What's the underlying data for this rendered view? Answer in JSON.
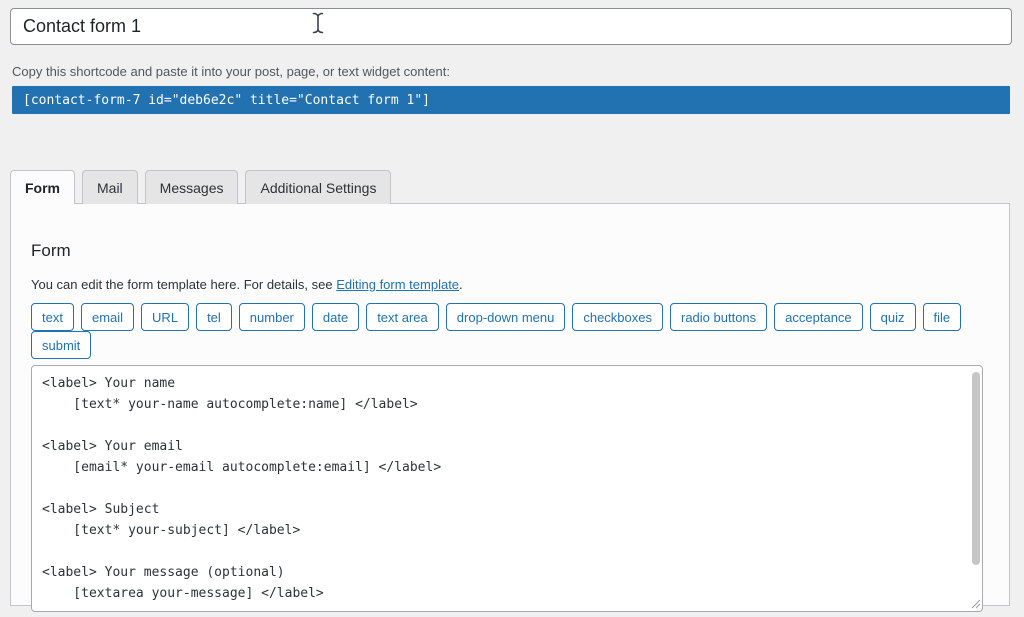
{
  "header": {
    "title_value": "Contact form 1"
  },
  "shortcode": {
    "instruction": "Copy this shortcode and paste it into your post, page, or text widget content:",
    "value": "[contact-form-7 id=\"deb6e2c\" title=\"Contact form 1\"]"
  },
  "tabs": [
    {
      "label": "Form",
      "active": true
    },
    {
      "label": "Mail",
      "active": false
    },
    {
      "label": "Messages",
      "active": false
    },
    {
      "label": "Additional Settings",
      "active": false
    }
  ],
  "panel": {
    "heading": "Form",
    "description_prefix": "You can edit the form template here. For details, see ",
    "description_link": "Editing form template",
    "description_suffix": ".",
    "tag_buttons": [
      "text",
      "email",
      "URL",
      "tel",
      "number",
      "date",
      "text area",
      "drop-down menu",
      "checkboxes",
      "radio buttons",
      "acceptance",
      "quiz",
      "file",
      "submit"
    ],
    "template_value": "<label> Your name\n    [text* your-name autocomplete:name] </label>\n\n<label> Your email\n    [email* your-email autocomplete:email] </label>\n\n<label> Subject\n    [text* your-subject] </label>\n\n<label> Your message (optional)\n    [textarea your-message] </label>"
  },
  "icons": {
    "text_cursor": "text-cursor-icon",
    "resize_handle": "resize-handle-icon",
    "scrollbar_thumb": "scrollbar-thumb"
  },
  "colors": {
    "accent_blue": "#2271b1",
    "shortcode_bg": "#2271b1",
    "page_bg": "#f0f0f1",
    "panel_bg": "#fcfcfc",
    "inactive_tab_bg": "#e5e5e5",
    "border_gray": "#c3c4c7",
    "input_border": "#8c8f94",
    "text_dark": "#1d2327"
  }
}
